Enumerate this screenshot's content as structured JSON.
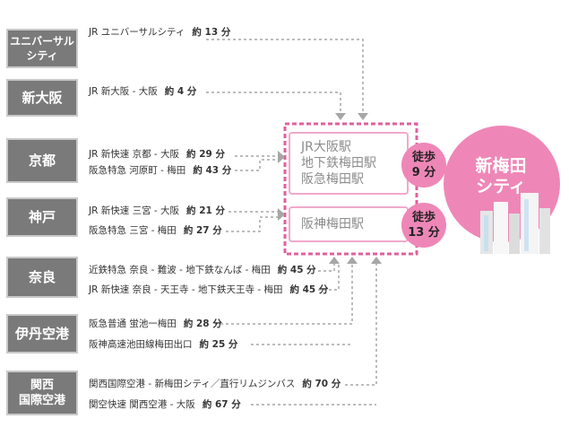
{
  "origins": [
    {
      "id": "usj",
      "lines": [
        "ユニバーサル",
        "シティ"
      ]
    },
    {
      "id": "shinosaka",
      "lines": [
        "新大阪"
      ]
    },
    {
      "id": "kyoto",
      "lines": [
        "京都"
      ]
    },
    {
      "id": "kobe",
      "lines": [
        "神戸"
      ]
    },
    {
      "id": "nara",
      "lines": [
        "奈良"
      ]
    },
    {
      "id": "itami",
      "lines": [
        "伊丹空港"
      ]
    },
    {
      "id": "kansai",
      "lines": [
        "関西",
        "国際空港"
      ]
    }
  ],
  "routes": [
    {
      "text": "JR ユニバーサルシティ",
      "time": "約 13 分"
    },
    {
      "text": "JR 新大阪 - 大阪",
      "time": "約 4 分"
    },
    {
      "text": "JR 新快速 京都 - 大阪",
      "time": "約 29 分"
    },
    {
      "text": "阪急特急 河原町 - 梅田",
      "time": "約 43 分"
    },
    {
      "text": "JR 新快速 三宮 - 大阪",
      "time": "約 21 分"
    },
    {
      "text": "阪急特急 三宮 - 梅田",
      "time": "約 27 分"
    },
    {
      "text": "近鉄特急 奈良 - 難波 - 地下鉄なんば - 梅田",
      "time": "約 45 分"
    },
    {
      "text": "JR 新快速 奈良 - 天王寺 - 地下鉄天王寺 - 梅田",
      "time": "約 45 分"
    },
    {
      "text": "阪急普通 蛍池一梅田",
      "time": "約 28 分"
    },
    {
      "text": "阪神高速池田線梅田出口",
      "time": "約 25 分"
    },
    {
      "text": "関西国際空港 - 新梅田シティ／直行リムジンバス",
      "time": "約 70 分"
    },
    {
      "text": "関空快速 関西空港 - 大阪",
      "time": "約 67 分"
    }
  ],
  "stations": {
    "group1": [
      "JR大阪駅",
      "地下鉄梅田駅",
      "阪急梅田駅"
    ],
    "group2": [
      "阪神梅田駅"
    ]
  },
  "walks": [
    {
      "label": "徒歩",
      "time": "9 分"
    },
    {
      "label": "徒歩",
      "time": "13 分"
    }
  ],
  "destination": {
    "lines": [
      "新梅田",
      "シティ"
    ]
  },
  "colors": {
    "origin_box": "#7a7a7a",
    "dotted_line": "#a6a6a6",
    "accent_pink": "#ee87b7",
    "dashed_border": "#e0609c",
    "station_text": "#8c8c8c"
  }
}
